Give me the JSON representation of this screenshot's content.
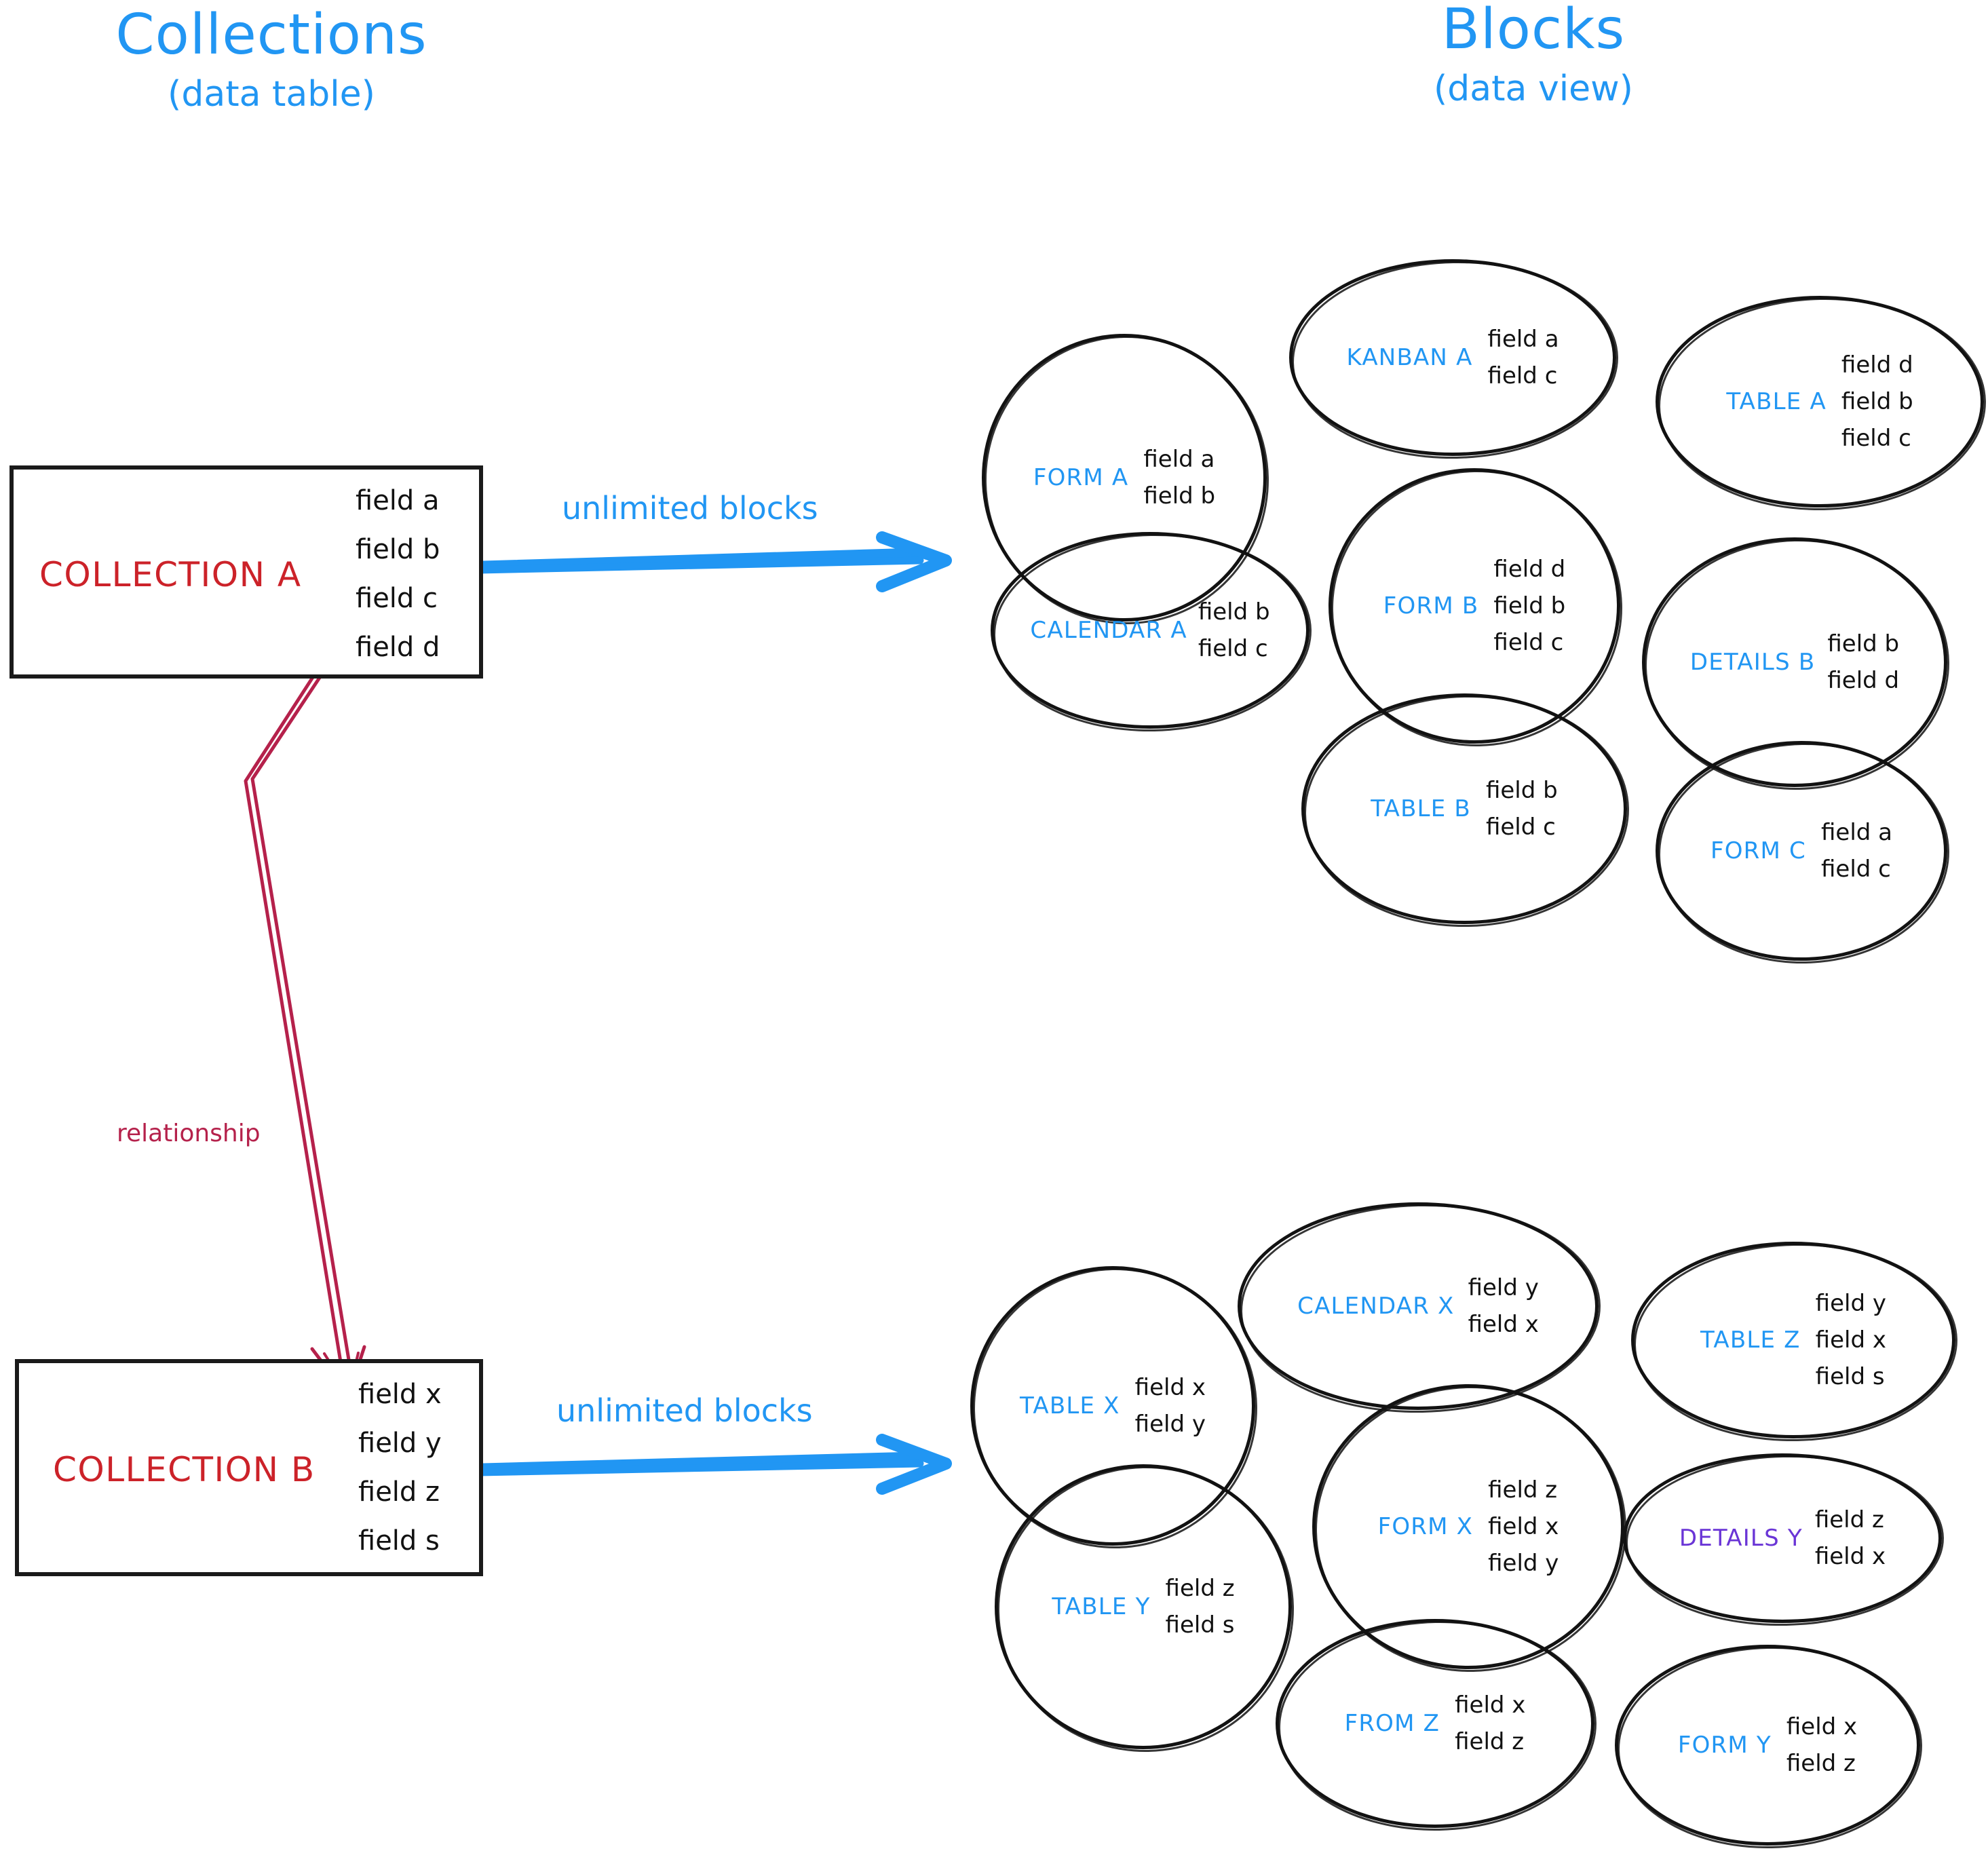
{
  "headings": {
    "left": {
      "main": "Collections",
      "sub": "(data table)"
    },
    "right": {
      "main": "Blocks",
      "sub": "(data view)"
    }
  },
  "colors": {
    "accent_blue": "#2196F3",
    "collection_red": "#cc2229",
    "relationship_crimson": "#b5214b",
    "details_purple": "#6a35d6",
    "outline_black": "#121212"
  },
  "collections": [
    {
      "name": "COLLECTION A",
      "fields": [
        "field a",
        "field b",
        "field c",
        "field d"
      ]
    },
    {
      "name": "COLLECTION B",
      "fields": [
        "field x",
        "field y",
        "field z",
        "field s"
      ]
    }
  ],
  "arrows": [
    {
      "label": "unlimited blocks",
      "from": "COLLECTION A",
      "to": "blocks-top"
    },
    {
      "label": "unlimited blocks",
      "from": "COLLECTION B",
      "to": "blocks-bottom"
    }
  ],
  "relationship": {
    "label": "relationship",
    "from": "COLLECTION A.field d",
    "to": "COLLECTION B.field x"
  },
  "block_groups": [
    {
      "id": "blocks-top",
      "source": "COLLECTION A",
      "blocks": [
        {
          "label": "FORM A",
          "color": "blue",
          "fields": [
            "field a",
            "field b"
          ]
        },
        {
          "label": "KANBAN A",
          "color": "blue",
          "fields": [
            "field a",
            "field c"
          ]
        },
        {
          "label": "TABLE A",
          "color": "blue",
          "fields": [
            "field d",
            "field b",
            "field c"
          ]
        },
        {
          "label": "CALENDAR A",
          "color": "blue",
          "fields": [
            "field b",
            "field c"
          ]
        },
        {
          "label": "FORM B",
          "color": "blue",
          "fields": [
            "field d",
            "field b",
            "field c"
          ]
        },
        {
          "label": "DETAILS B",
          "color": "blue",
          "fields": [
            "field b",
            "field d"
          ]
        },
        {
          "label": "TABLE B",
          "color": "blue",
          "fields": [
            "field b",
            "field c"
          ]
        },
        {
          "label": "FORM C",
          "color": "blue",
          "fields": [
            "field a",
            "field c"
          ]
        }
      ]
    },
    {
      "id": "blocks-bottom",
      "source": "COLLECTION B",
      "blocks": [
        {
          "label": "TABLE X",
          "color": "blue",
          "fields": [
            "field x",
            "field y"
          ]
        },
        {
          "label": "CALENDAR X",
          "color": "blue",
          "fields": [
            "field y",
            "field x"
          ]
        },
        {
          "label": "TABLE Z",
          "color": "blue",
          "fields": [
            "field y",
            "field x",
            "field s"
          ]
        },
        {
          "label": "TABLE Y",
          "color": "blue",
          "fields": [
            "field z",
            "field s"
          ]
        },
        {
          "label": "FORM X",
          "color": "blue",
          "fields": [
            "field z",
            "field x",
            "field y"
          ]
        },
        {
          "label": "DETAILS Y",
          "color": "purple",
          "fields": [
            "field z",
            "field x"
          ]
        },
        {
          "label": "FROM Z",
          "color": "blue",
          "fields": [
            "field x",
            "field z"
          ]
        },
        {
          "label": "FORM Y",
          "color": "blue",
          "fields": [
            "field x",
            "field z"
          ]
        }
      ]
    }
  ]
}
